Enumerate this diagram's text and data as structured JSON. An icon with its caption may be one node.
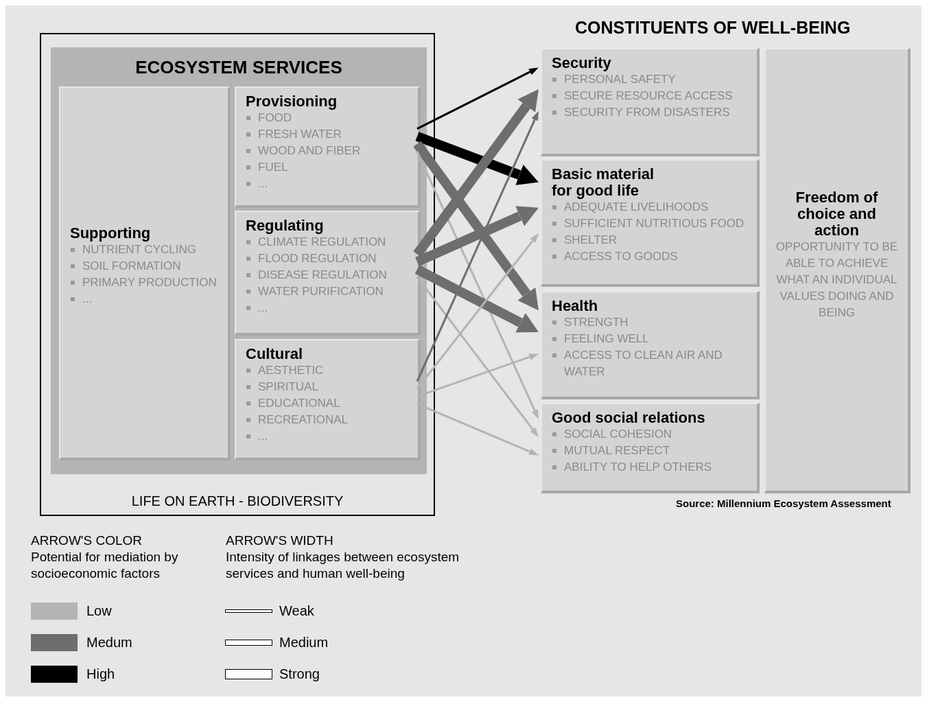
{
  "diagram": {
    "caption": "Source: Millennium Ecosystem Assessment",
    "nodes": [
      {
        "text": [
          "LIFE ON EARTH - BIODIVERSITY"
        ]
      },
      {
        "text": [
          "ECOSYSTEM SERVICES"
        ],
        "in": 0
      },
      {
        "text": [
          "Supporting",
          "NUTRIENT CYCLING",
          "SOIL FORMATION",
          "PRIMARY PRODUCTION",
          "..."
        ],
        "in": 1
      },
      {
        "text": [
          "Provisioning",
          "FOOD",
          "FRESH WATER",
          "WOOD AND FIBER",
          "FUEL",
          "..."
        ],
        "in": 1
      },
      {
        "text": [
          "Regulating",
          "CLIMATE REGULATION",
          "FLOOD REGULATION",
          "DISEASE REGULATION",
          "WATER PURIFICATION",
          "..."
        ],
        "in": 1
      },
      {
        "text": [
          "Cultural",
          "AESTHETIC",
          "SPIRITUAL",
          "EDUCATIONAL",
          "RECREATIONAL",
          "..."
        ],
        "in": 1
      },
      {
        "text": [
          "Security",
          "PERSONAL SAFETY",
          "SECURE RESOURCE ACCESS",
          "SECURITY FROM DISASTERS"
        ]
      },
      {
        "text": [
          "Basic material for good life",
          "ADEQUATE LIVELIHOODS",
          "SUFFICIENT NUTRITIOUS FOOD",
          "SHELTER",
          "ACCESS TO GOODS"
        ]
      },
      {
        "text": [
          "Health",
          "STRENGTH",
          "FEELING WELL",
          "ACCESS TO CLEAN AIR AND WATER"
        ]
      },
      {
        "text": [
          "Good social relations",
          "SOCIAL COHESION",
          "MUTUAL RESPECT",
          "ABILITY TO HELP OTHERS"
        ]
      },
      {
        "text": [
          "Freedom of choice and action",
          "OPPORTUNITY TO BE ABLE TO ACHIEVE WHAT AN INDIVIDUAL VALUES DOING AND BEING"
        ]
      }
    ],
    "edges": [
      {
        "from": 3,
        "to": 6,
        "arrow": "to",
        "color": "#000000"
      },
      {
        "from": 3,
        "to": 7,
        "arrow": "to",
        "style": "thick",
        "color": "#000000"
      },
      {
        "from": 3,
        "to": 8,
        "arrow": "to",
        "style": "thick",
        "color": "#6e6e6e"
      },
      {
        "from": 3,
        "to": 9,
        "arrow": "to",
        "color": "#b4b4b4"
      },
      {
        "from": 4,
        "to": 6,
        "arrow": "to",
        "style": "thick",
        "color": "#6e6e6e"
      },
      {
        "from": 4,
        "to": 7,
        "arrow": "to",
        "style": "thick",
        "color": "#6e6e6e"
      },
      {
        "from": 4,
        "to": 8,
        "arrow": "to",
        "style": "thick",
        "color": "#6e6e6e"
      },
      {
        "from": 4,
        "to": 9,
        "arrow": "to",
        "color": "#b4b4b4"
      },
      {
        "from": 5,
        "to": 6,
        "arrow": "to",
        "color": "#6e6e6e"
      },
      {
        "from": 5,
        "to": 7,
        "arrow": "to",
        "color": "#b4b4b4"
      },
      {
        "from": 5,
        "to": 8,
        "arrow": "to",
        "color": "#b4b4b4"
      },
      {
        "from": 5,
        "to": 9,
        "arrow": "to",
        "color": "#b4b4b4"
      }
    ],
    "labels": [
      "CONSTITUENTS OF WELL-BEING",
      "ARROW'S COLOR",
      "Potential for mediation by socioeconomic factors",
      "ARROW'S WIDTH",
      "Intensity of linkages between ecosystem services and human well-being"
    ],
    "legend": [
      {
        "text": "Low",
        "color": "#b4b4b4"
      },
      {
        "text": "Medum",
        "color": "#6e6e6e"
      },
      {
        "text": "High",
        "color": "#000000"
      },
      {
        "text": "Weak"
      },
      {
        "text": "Medium"
      },
      {
        "text": "Strong"
      }
    ]
  }
}
